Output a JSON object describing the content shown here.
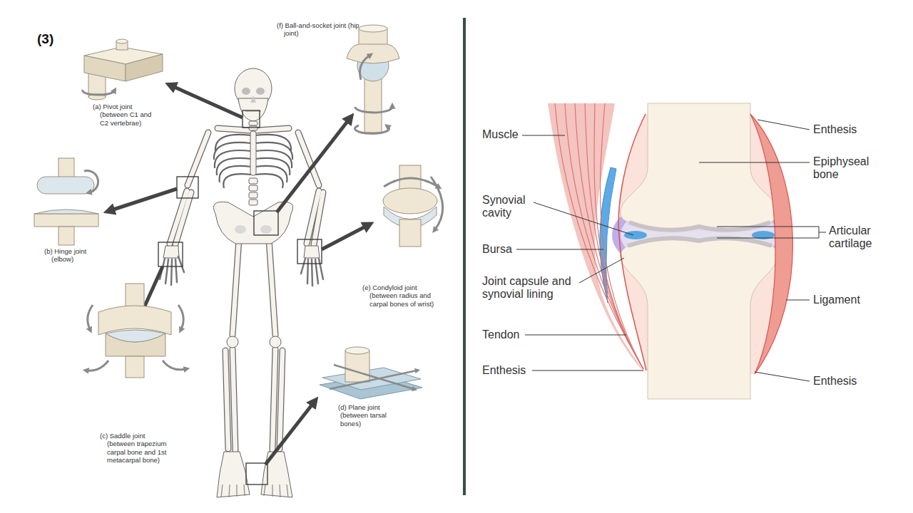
{
  "diagram": {
    "labels": [
      "(3)",
      "(a) Pivot joint (between C1 and C2 vertebrae)",
      "(f) Ball-and-socket joint (hip joint)",
      "(b) Hinge joint (elbow)",
      "(e) Condyloid joint (between radius and carpal bones of wrist)",
      "(c) Saddle joint (between trapezium carpal bone and 1st metacarpal bone)",
      "(d) Plane joint (between tarsal bones)",
      "Muscle",
      "Synovial cavity",
      "Bursa",
      "Joint capsule and synovial lining",
      "Tendon",
      "Enthesis",
      "Enthesis",
      "Epiphyseal bone",
      "Articular cartilage",
      "Ligament",
      "Enthesis"
    ]
  }
}
